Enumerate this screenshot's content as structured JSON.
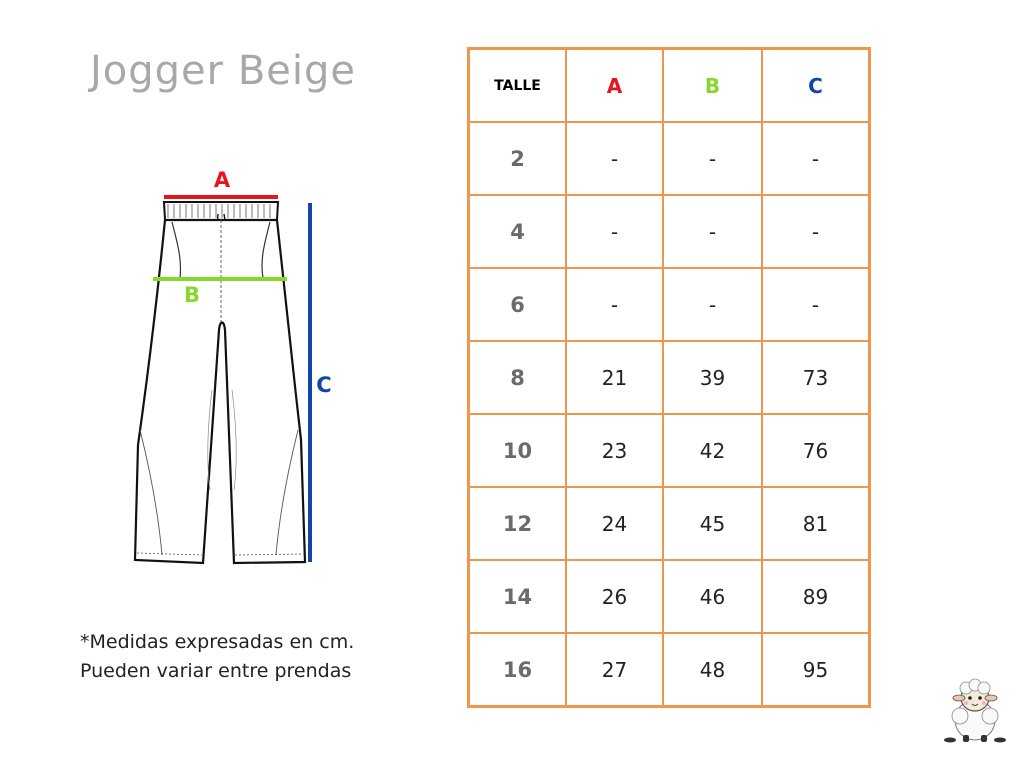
{
  "title": "Jogger Beige",
  "labels": {
    "a": "A",
    "b": "B",
    "c": "C"
  },
  "colors": {
    "a": "#e8141b",
    "b": "#86d82a",
    "c": "#1046a8",
    "border": "#f0964a"
  },
  "note": {
    "line1": "*Medidas expresadas en cm.",
    "line2": "Pueden variar entre prendas"
  },
  "table": {
    "headers": [
      "TALLE",
      "A",
      "B",
      "C"
    ],
    "rows": [
      [
        "2",
        "-",
        "-",
        "-"
      ],
      [
        "4",
        "-",
        "-",
        "-"
      ],
      [
        "6",
        "-",
        "-",
        "-"
      ],
      [
        "8",
        "21",
        "39",
        "73"
      ],
      [
        "10",
        "23",
        "42",
        "76"
      ],
      [
        "12",
        "24",
        "45",
        "81"
      ],
      [
        "14",
        "26",
        "46",
        "89"
      ],
      [
        "16",
        "27",
        "48",
        "95"
      ]
    ]
  },
  "icons": {
    "mascot": "sheep-icon"
  }
}
